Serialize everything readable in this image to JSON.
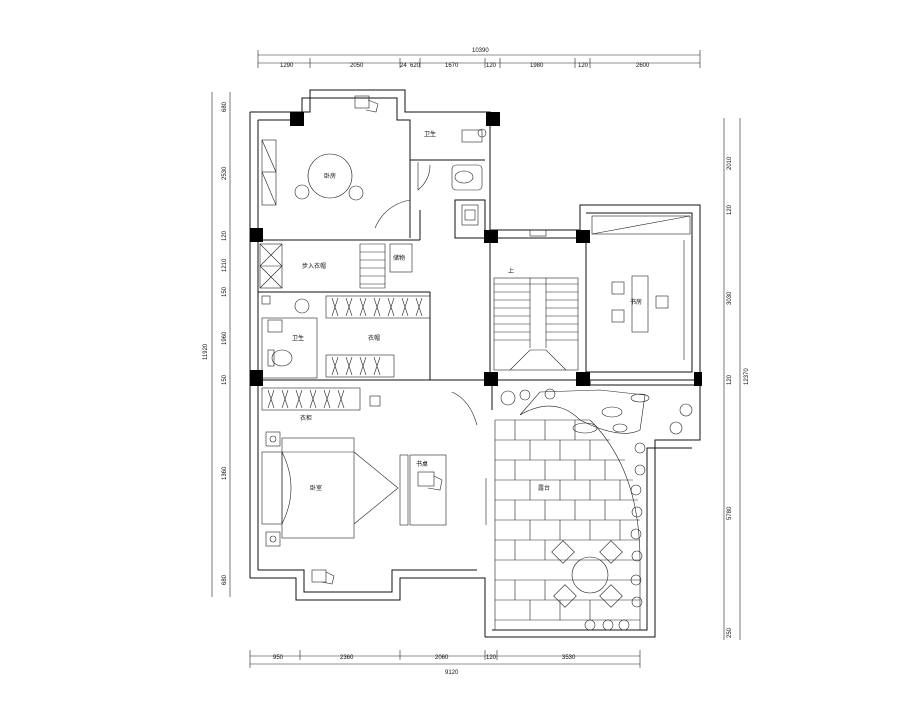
{
  "dimensions": {
    "top_total": "10390",
    "top_segments": [
      "1290",
      "2050",
      "24",
      "620",
      "1670",
      "120",
      "1980",
      "120",
      "2600"
    ],
    "bottom_total": "9120",
    "bottom_segments": [
      "950",
      "2360",
      "2060",
      "120",
      "3530"
    ],
    "left_total": "11920",
    "left_segments": [
      "680",
      "2530",
      "120",
      "1210",
      "150",
      "1960",
      "150",
      "1360",
      "680"
    ],
    "right_total": "12370",
    "right_segments": [
      "2010",
      "120",
      "3030",
      "120",
      "5780",
      "250"
    ]
  },
  "rooms": {
    "bedroom_north": "卧房",
    "bathroom_north": "卫生",
    "walkin_closet": "步入衣帽",
    "storage": "储物",
    "bathroom_main": "卫生",
    "wardrobe": "衣帽",
    "closet_south": "衣柜",
    "master_bedroom": "卧室",
    "desk": "书桌",
    "stair": "上",
    "study": "书房",
    "terrace": "露台"
  },
  "colors": {
    "line": "#111111",
    "wall": "#000000",
    "background": "#ffffff"
  }
}
